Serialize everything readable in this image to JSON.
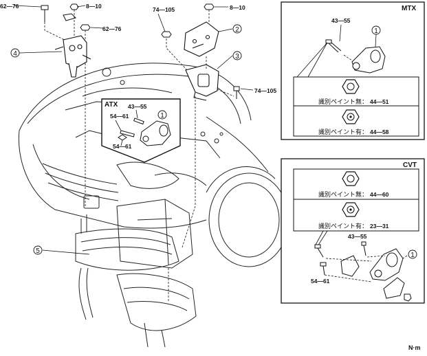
{
  "main_callouts": {
    "c1": "62—76",
    "c2": "8—10",
    "c3": "62—76",
    "c4": "74—105",
    "c5": "8—10",
    "c6": "74—105"
  },
  "part_numbers": {
    "p2": "2",
    "p3": "3",
    "p4": "4",
    "p5": "5"
  },
  "atx": {
    "title": "ATX",
    "t1": "43—55",
    "t2": "54—61",
    "t3": "54—61",
    "part": "1"
  },
  "mtx": {
    "title": "MTX",
    "t1": "43—55",
    "part": "1",
    "paint_none": "識別ペイント無：",
    "paint_none_value": "44—51",
    "paint_yes": "識別ペイント有：",
    "paint_yes_value": "44—58"
  },
  "cvt": {
    "title": "CVT",
    "paint_none": "識別ペイント無：",
    "paint_none_value": "44—60",
    "paint_yes": "識別ペイント有：",
    "paint_yes_value": "23—31",
    "t1": "43—55",
    "t2": "54—61",
    "part": "1"
  },
  "unit": "N·m",
  "colors": {
    "line": "#111111",
    "bg": "#ffffff"
  }
}
